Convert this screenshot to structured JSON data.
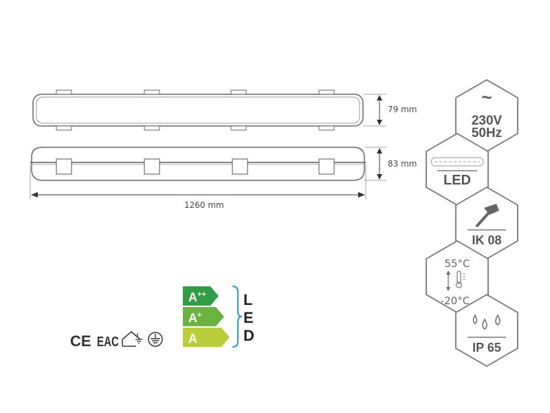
{
  "dimensions": {
    "height_top": "79 mm",
    "height_side": "83 mm",
    "length": "1260 mm"
  },
  "features": {
    "voltage": {
      "symbol": "~",
      "line1": "230V",
      "line2": "50Hz",
      "icon": "alternating-current-icon"
    },
    "led": {
      "label": "LED",
      "icon": "led-tube-icon"
    },
    "impact": {
      "label": "IK 08",
      "icon": "hammer-icon"
    },
    "temperature": {
      "max": "55°C",
      "min": "-20°C",
      "icon": "thermometer-icon"
    },
    "ingress": {
      "label": "IP 65",
      "icon": "water-drops-icon"
    }
  },
  "energy": {
    "classes": [
      {
        "letter": "A",
        "sup": "++",
        "color": "#2e9d44"
      },
      {
        "letter": "A",
        "sup": "+",
        "color": "#6ab43e"
      },
      {
        "letter": "A",
        "sup": "",
        "color": "#b8cf3a"
      }
    ],
    "type_letters": [
      "L",
      "E",
      "D"
    ],
    "bracket_color": "#3a9bd5"
  },
  "certifications": {
    "ce": "CE",
    "eac": "EAC",
    "icons": [
      "indoor-use-house-icon",
      "earth-ground-icon"
    ]
  },
  "colors": {
    "line": "#555555",
    "hex_border": "#777777"
  }
}
